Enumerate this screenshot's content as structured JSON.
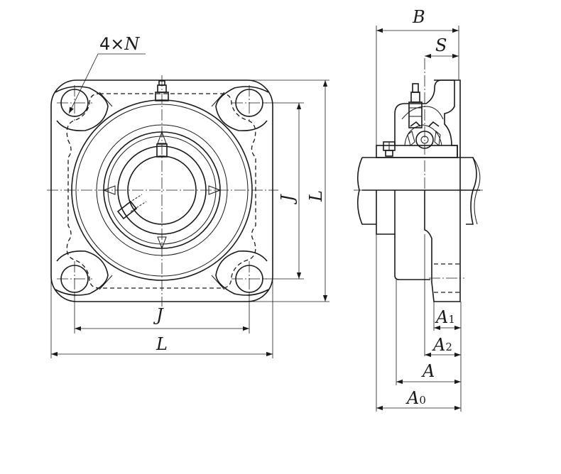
{
  "labels": {
    "holes": {
      "prefix": "4×",
      "var": "N"
    },
    "front_J_bottom": "J",
    "front_L_bottom": "L",
    "front_J_side": "J",
    "front_L_side": "L",
    "side_B": "B",
    "side_S": "S",
    "side_A1": {
      "base": "A",
      "sub": "1"
    },
    "side_A2": {
      "base": "A",
      "sub": "2"
    },
    "side_A": "A",
    "side_A0": {
      "base": "A",
      "sub": "0"
    }
  }
}
